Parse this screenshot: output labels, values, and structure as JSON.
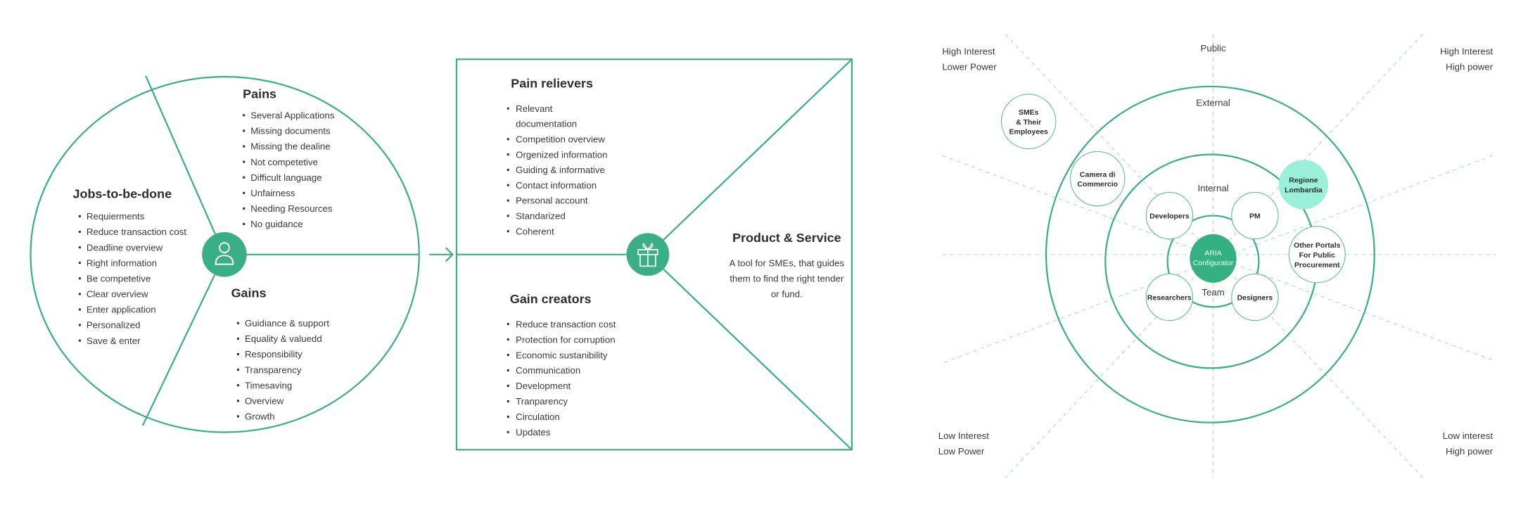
{
  "colors": {
    "accent": "#3aae85",
    "highlight": "#9af0d8",
    "text": "#3a3a3a"
  },
  "customer_profile": {
    "icon": "person-icon",
    "pains": {
      "title": "Pains",
      "items": [
        "Several Applications",
        "Missing documents",
        "Missing the dealine",
        "Not competetive",
        "Difficult language",
        "Unfairness",
        "Needing Resources",
        "No guidance"
      ]
    },
    "jobs": {
      "title": "Jobs-to-be-done",
      "items": [
        "Requierments",
        "Reduce transaction cost",
        "Deadline overview",
        "Right information",
        "Be competetive",
        "Clear overview",
        "Enter application",
        "Personalized",
        "Save & enter"
      ]
    },
    "gains": {
      "title": "Gains",
      "items": [
        "Guidiance & support",
        "Equality & valuedd",
        "Responsibility",
        "Transparency",
        "Timesaving",
        "Overview",
        "Growth"
      ]
    }
  },
  "value_map": {
    "icon": "gift-icon",
    "pain_relievers": {
      "title": "Pain relievers",
      "items": [
        "Relevant",
        "documentation",
        "Competition overview",
        "Orgenized information",
        "Guiding & informative",
        "Contact information",
        "Personal account",
        "Standarized",
        "Coherent"
      ]
    },
    "gain_creators": {
      "title": "Gain creators",
      "items": [
        "Reduce transaction cost",
        "Protection for corruption",
        "Economic sustanibility",
        "Communication",
        "Development",
        "Tranparency",
        "Circulation",
        "Updates"
      ]
    },
    "product": {
      "title": "Product & Service",
      "lines": [
        "A tool for SMEs, that guides",
        "them to find the right tender",
        "or fund."
      ]
    }
  },
  "stakeholder_map": {
    "axis_top": "Public",
    "corners": {
      "top_left": [
        "High Interest",
        "Lower Power"
      ],
      "top_right": [
        "High Interest",
        "High power"
      ],
      "bottom_left": [
        "Low Interest",
        "Low Power"
      ],
      "bottom_right": [
        "Low interest",
        "High power"
      ]
    },
    "rings": {
      "external": "External",
      "internal": "Internal",
      "team": "Team"
    },
    "center": [
      "ARIA",
      "Configurator"
    ],
    "nodes": {
      "developers": [
        "Developers"
      ],
      "pm": [
        "PM"
      ],
      "researchers": [
        "Researchers"
      ],
      "designers": [
        "Designers"
      ],
      "regione": [
        "Regione",
        "Lombardia"
      ],
      "portals": [
        "Other Portals",
        "For Public",
        "Procurement"
      ],
      "camera": [
        "Camera di",
        "Commercio"
      ],
      "smes": [
        "SMEs",
        "& Their",
        "Employees"
      ]
    }
  }
}
